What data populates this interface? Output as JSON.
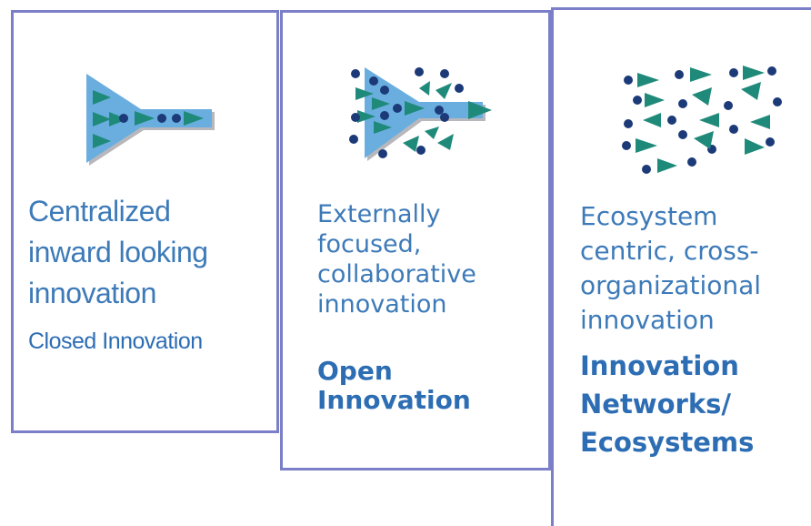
{
  "panels": [
    {
      "icon": "funnel-icon",
      "description": "Centralized\ninward looking\ninnovation",
      "label": "Closed Innovation"
    },
    {
      "icon": "open-funnel-icon",
      "description": "Externally\nfocused,\ncollaborative\ninnovation",
      "label": "Open\nInnovation"
    },
    {
      "icon": "network-icon",
      "description": "Ecosystem\ncentric, cross-\norganizational\ninnovation",
      "label": "Innovation\nNetworks/\nEcosystems"
    }
  ],
  "colors": {
    "border": "#7a7fc7",
    "funnel": "#6aaee0",
    "arrow": "#1f8a7a",
    "dot": "#1c3a78",
    "text": "#3d7ab8"
  }
}
